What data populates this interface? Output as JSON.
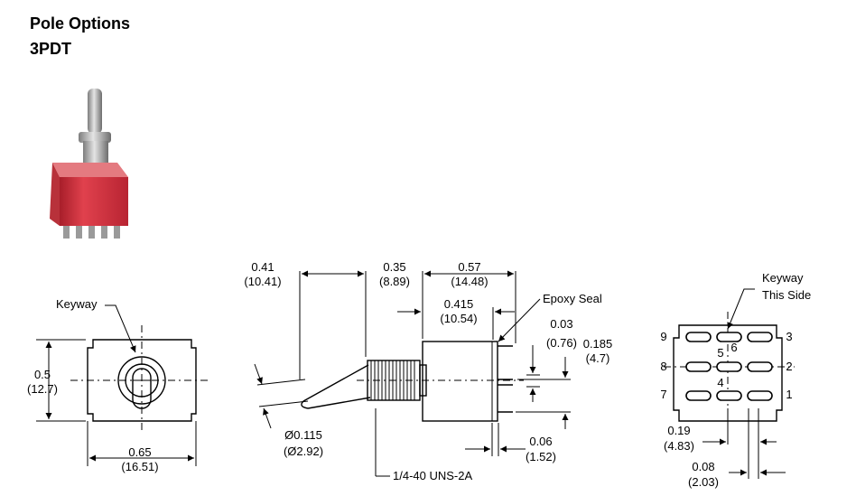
{
  "heading": {
    "line1": "Pole Options",
    "line2": "3PDT"
  },
  "front_view": {
    "keyway": "Keyway",
    "height_in": "0.5",
    "height_mm": "(12.7)",
    "width_in": "0.65",
    "width_mm": "(16.51)"
  },
  "side_view": {
    "d1_in": "0.41",
    "d1_mm": "(10.41)",
    "d2_in": "0.35",
    "d2_mm": "(8.89)",
    "d3_in": "0.57",
    "d3_mm": "(14.48)",
    "d4_in": "0.415",
    "d4_mm": "(10.54)",
    "epoxy": "Epoxy Seal",
    "d5_in": "0.03",
    "d5_mm": "(0.76)",
    "d6_in": "0.185",
    "d6_mm": "(4.7)",
    "dia_in": "Ø0.115",
    "dia_mm": "(Ø2.92)",
    "d7_in": "0.06",
    "d7_mm": "(1.52)",
    "thread": "1/4-40 UNS-2A"
  },
  "bottom_view": {
    "keyway1": "Keyway",
    "keyway2": "This Side",
    "pins": [
      "1",
      "2",
      "3",
      "4",
      "5",
      "6",
      "7",
      "8",
      "9"
    ],
    "d8_in": "0.19",
    "d8_mm": "(4.83)",
    "d9_in": "0.08",
    "d9_mm": "(2.03)"
  },
  "colors": {
    "switch_body": "#d8303c",
    "metal": "#b8b8b8"
  }
}
